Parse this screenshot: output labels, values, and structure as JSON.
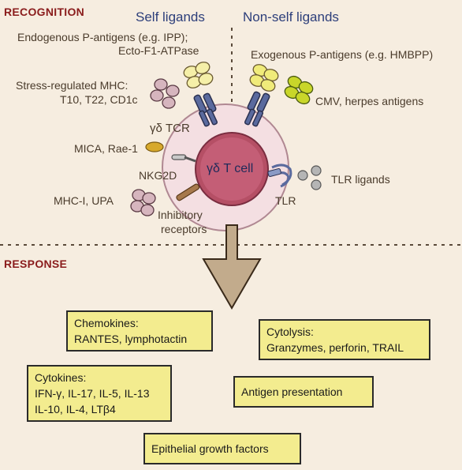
{
  "headings": {
    "recognition": "RECOGNITION",
    "response": "RESPONSE"
  },
  "ligands": {
    "self": "Self ligands",
    "nonself": "Non-self ligands"
  },
  "labels": {
    "endo_line1": "Endogenous P-antigens (e.g. IPP);",
    "endo_line2": "Ecto-F1-ATPase",
    "stress_line1": "Stress-regulated MHC:",
    "stress_line2": "T10, T22, CD1c",
    "tcr": "γδ TCR",
    "mica": "MICA, Rae-1",
    "nkg2d": "NKG2D",
    "mhci": "MHC-I, UPA",
    "inhib_line1": "Inhibitory",
    "inhib_line2": "receptors",
    "exo": "Exogenous P-antigens (e.g.  HMBPP)",
    "cmv": "CMV, herpes antigens",
    "tlr_ligands": "TLR ligands",
    "tlr": "TLR",
    "cell": "γδ T cell"
  },
  "responses": {
    "chemokines": [
      "Chemokines:",
      "RANTES, lymphotactin"
    ],
    "cytolysis": [
      "Cytolysis:",
      "Granzymes, perforin, TRAIL"
    ],
    "cytokines": [
      "Cytokines:",
      "IFN-γ, IL-17, IL-5, IL-13",
      "IL-10, IL-4, LTβ4"
    ],
    "antigen": [
      "Antigen presentation"
    ],
    "epithelial": [
      "Epithelial growth factors"
    ]
  },
  "colors": {
    "background": "#f6ede0",
    "heading": "#8a1c1c",
    "ligand_title": "#2c3e7a",
    "box_fill": "#f3ec8f",
    "cell_outer": "#f4dfe2",
    "cell_nucleus": "#b54f65",
    "receptor": "#5a6a9e",
    "pale_yellow_antigen": "#f5efa8",
    "green_antigen": "#c9d62a",
    "mauve_antigen": "#d6b5be",
    "mica": "#d7a92c",
    "tlr_ligand": "#b5b5b5",
    "arrow": "#c2ab8c"
  }
}
